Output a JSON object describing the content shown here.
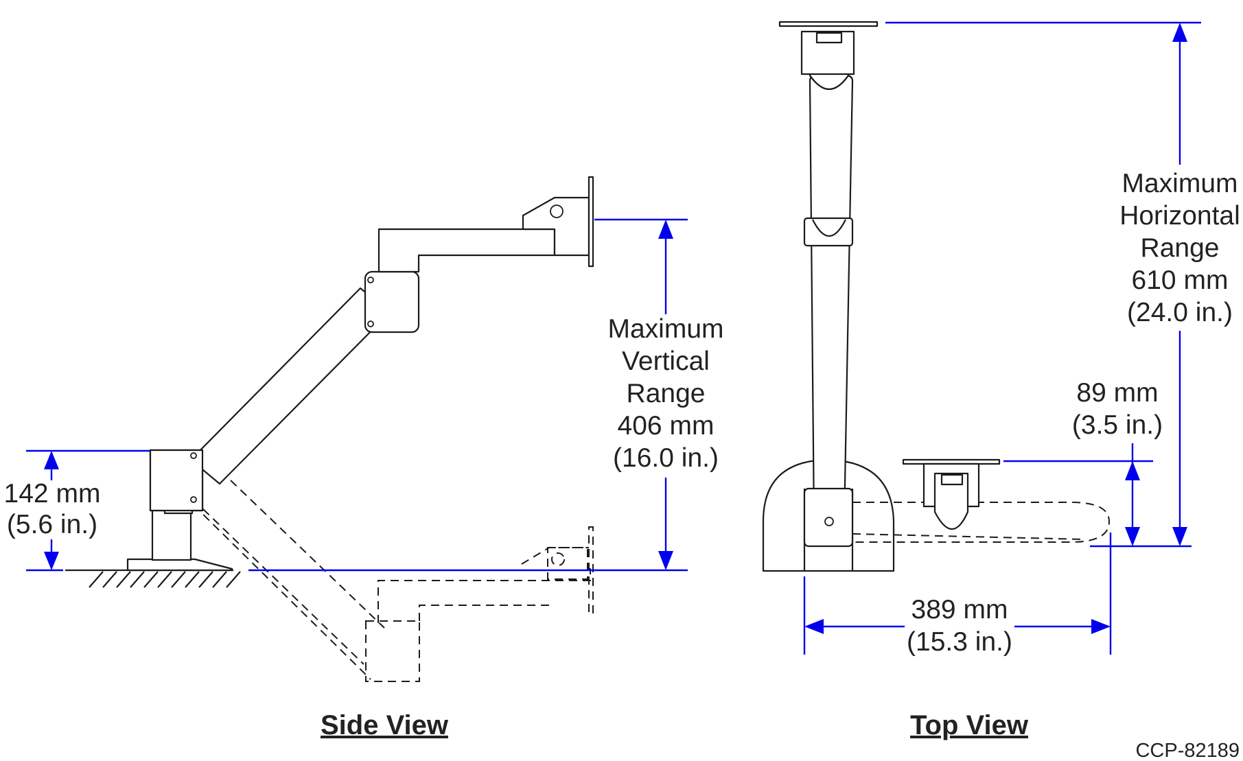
{
  "views": {
    "side": {
      "title": "Side View",
      "base_height": {
        "metric": "142 mm",
        "imperial": "(5.6 in.)"
      },
      "vertical_range": {
        "line1": "Maximum",
        "line2": "Vertical",
        "line3": "Range",
        "metric": "406 mm",
        "imperial": "(16.0 in.)"
      }
    },
    "top": {
      "title": "Top View",
      "horizontal_range": {
        "line1": "Maximum",
        "line2": "Horizontal",
        "line3": "Range",
        "metric": "610 mm",
        "imperial": "(24.0 in.)"
      },
      "plate_offset": {
        "metric": "89 mm",
        "imperial": "(3.5 in.)"
      },
      "depth": {
        "metric": "389 mm",
        "imperial": "(15.3 in.)"
      }
    }
  },
  "reference_code": "CCP-82189",
  "colors": {
    "dimension": "#0000ee",
    "outline": "#1a1a1a",
    "text": "#222222"
  }
}
